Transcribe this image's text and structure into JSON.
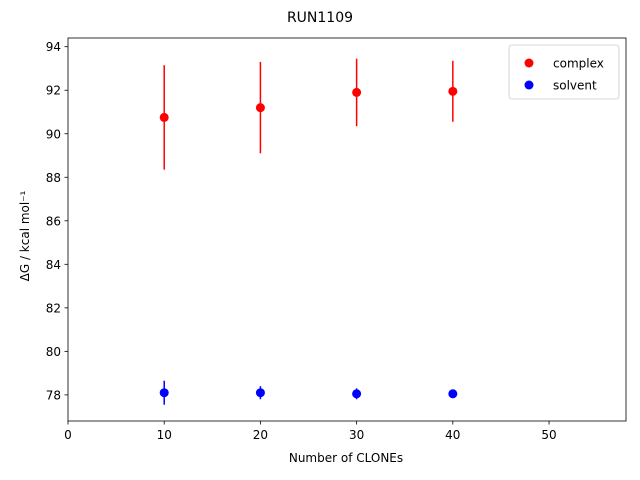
{
  "chart_data": {
    "type": "scatter",
    "title": "RUN1109",
    "xlabel": "Number of CLONEs",
    "ylabel": "ΔG / kcal mol⁻¹",
    "xlim": [
      0,
      58
    ],
    "ylim": [
      76.8,
      94.4
    ],
    "xticks": [
      0,
      10,
      20,
      30,
      40,
      50
    ],
    "yticks": [
      78,
      80,
      82,
      84,
      86,
      88,
      90,
      92,
      94
    ],
    "grid": false,
    "legend_position": "top-right",
    "series": [
      {
        "name": "complex",
        "color": "#ff0000",
        "points": [
          {
            "x": 10,
            "y": 90.75,
            "err": 2.4
          },
          {
            "x": 20,
            "y": 91.2,
            "err": 2.1
          },
          {
            "x": 30,
            "y": 91.9,
            "err": 1.55
          },
          {
            "x": 40,
            "y": 91.95,
            "err": 1.4
          }
        ]
      },
      {
        "name": "solvent",
        "color": "#0000ff",
        "points": [
          {
            "x": 10,
            "y": 78.1,
            "err": 0.55
          },
          {
            "x": 20,
            "y": 78.1,
            "err": 0.3
          },
          {
            "x": 30,
            "y": 78.05,
            "err": 0.25
          },
          {
            "x": 40,
            "y": 78.05,
            "err": 0.2
          }
        ]
      }
    ]
  }
}
